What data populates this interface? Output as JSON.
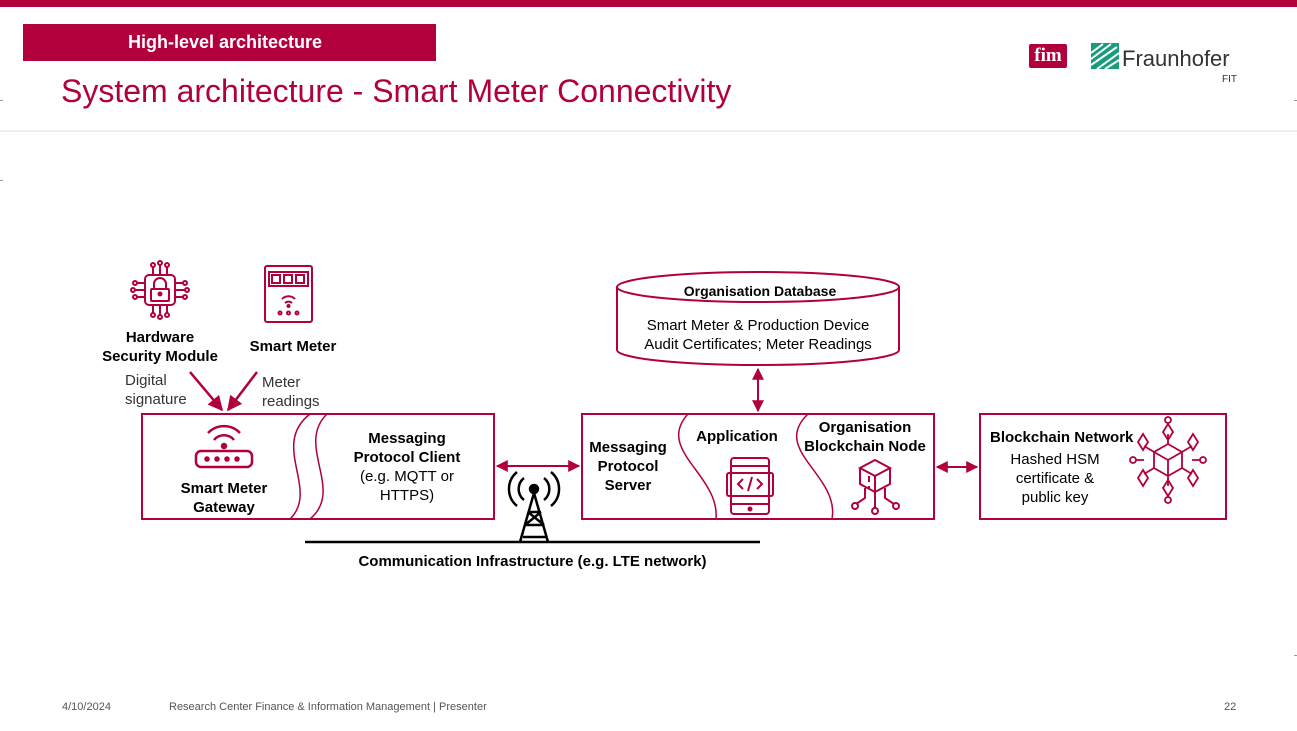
{
  "header": {
    "section": "High-level architecture",
    "title": "System architecture - Smart Meter Connectivity",
    "logo_fim": "fim",
    "logo_fraunhofer": "Fraunhofer",
    "logo_fraunhofer_sub": "FIT"
  },
  "diagram": {
    "hsm_label": "Hardware\nSecurity Module",
    "smart_meter_label": "Smart Meter",
    "digital_signature": "Digital\nsignature",
    "meter_readings": "Meter\nreadings",
    "gateway_label": "Smart Meter\nGateway",
    "client_title": "Messaging\nProtocol Client",
    "client_detail": "(e.g. MQTT or\nHTTPS)",
    "server_label": "Messaging\nProtocol\nServer",
    "application_label": "Application",
    "blockchain_node_label": "Organisation\nBlockchain Node",
    "database_title": "Organisation Database",
    "database_detail": "Smart Meter & Production Device\nAudit Certificates; Meter Readings",
    "blockchain_network_title": "Blockchain Network",
    "blockchain_network_detail": "Hashed HSM\ncertificate &\npublic key",
    "infrastructure_label": "Communication Infrastructure (e.g. LTE network)"
  },
  "footer": {
    "date": "4/10/2024",
    "center": "Research Center Finance & Information Management | Presenter",
    "page": "22"
  },
  "colors": {
    "accent": "#b1003c",
    "fraunhofer_green": "#179c7d"
  },
  "icons": [
    "chip-lock-icon",
    "smart-meter-icon",
    "router-icon",
    "radio-tower-icon",
    "app-code-icon",
    "blockchain-node-icon",
    "blockchain-network-icon"
  ]
}
